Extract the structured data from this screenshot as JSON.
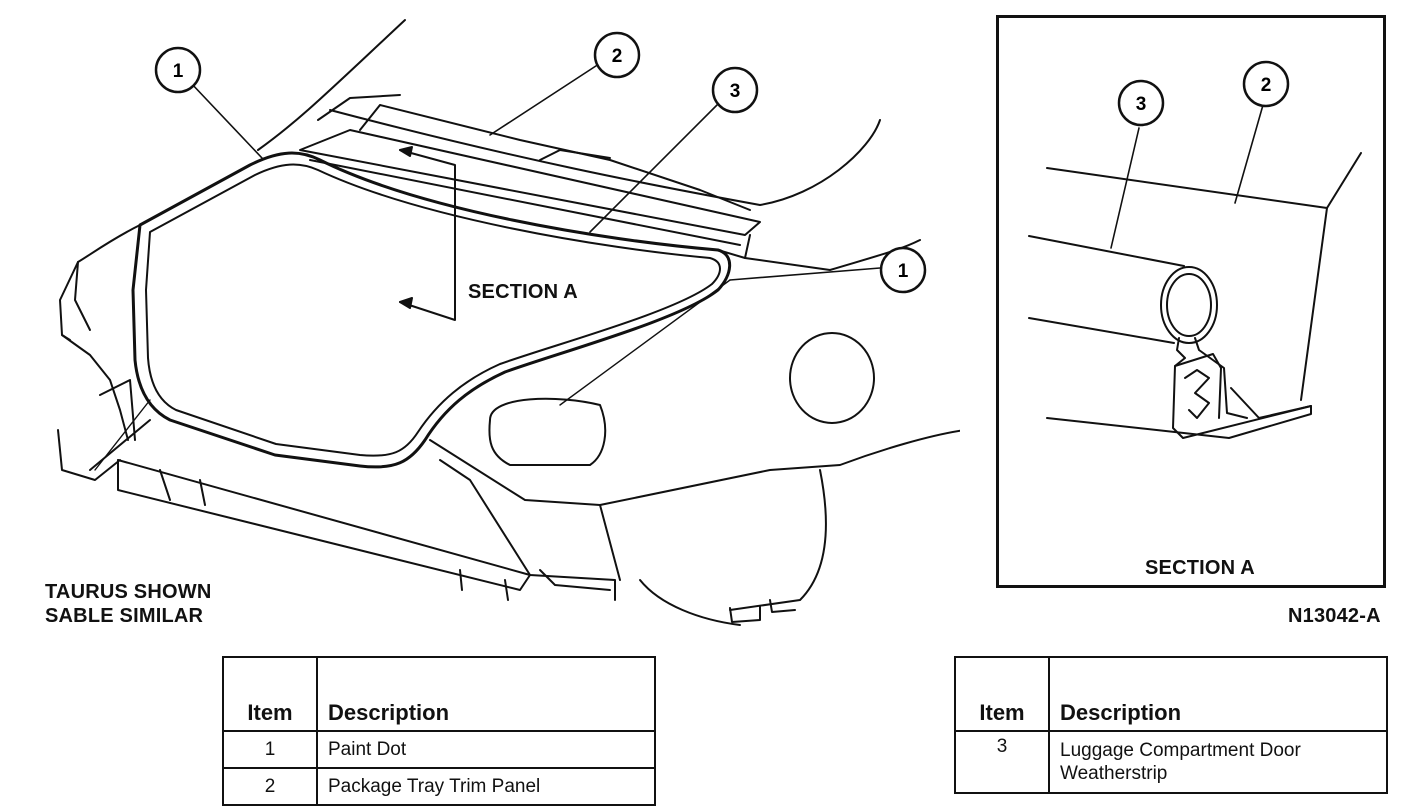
{
  "callouts": {
    "main_1a": "1",
    "main_2": "2",
    "main_3": "3",
    "main_1b": "1",
    "inset_3": "3",
    "inset_2": "2"
  },
  "labels": {
    "section_a_main": "SECTION A",
    "section_a_inset": "SECTION A",
    "model_line1": "TAURUS SHOWN",
    "model_line2": "SABLE SIMILAR",
    "figure_id": "N13042-A"
  },
  "table_left": {
    "headers": [
      "Item",
      "Description"
    ],
    "rows": [
      {
        "item": "1",
        "description": "Paint Dot"
      },
      {
        "item": "2",
        "description": "Package Tray Trim Panel"
      }
    ]
  },
  "table_right": {
    "headers": [
      "Item",
      "Description"
    ],
    "rows": [
      {
        "item": "3",
        "description_line1": "Luggage Compartment Door",
        "description_line2": "Weatherstrip"
      }
    ]
  }
}
